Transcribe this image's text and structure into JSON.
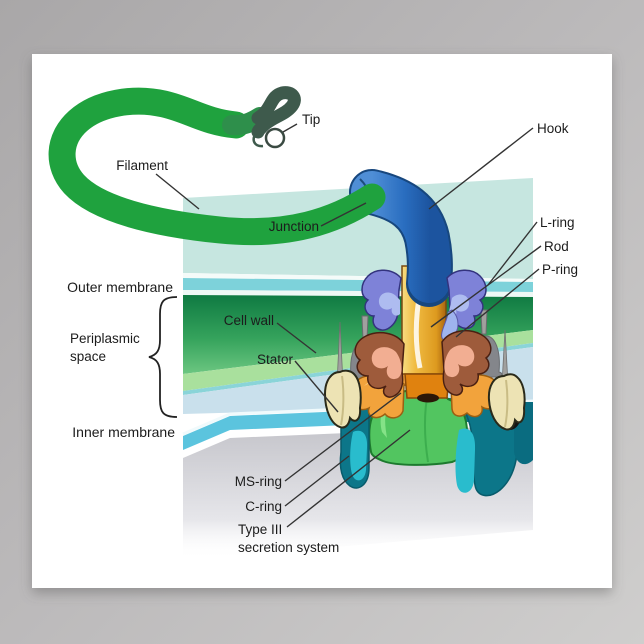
{
  "labels": {
    "tip": "Tip",
    "filament": "Filament",
    "junction": "Junction",
    "hook": "Hook",
    "l_ring": "L-ring",
    "rod": "Rod",
    "p_ring": "P-ring",
    "outer_membrane": "Outer membrane",
    "periplasmic_space": {
      "line1": "Periplasmic",
      "line2": "space"
    },
    "cell_wall": "Cell wall",
    "stator": "Stator",
    "inner_membrane": "Inner membrane",
    "ms_ring": "MS-ring",
    "c_ring": "C-ring",
    "type_iii": {
      "line1": "Type III",
      "line2": "secretion system"
    }
  },
  "colors": {
    "backdrop_gray": "#b0aeaf",
    "poster_white": "#ffffff",
    "filament_green": "#1fa23e",
    "filament_tip_dark": "#3e5a4c",
    "hook_blue": "#2b6fc0",
    "membrane_top_face": "#c6e6e0",
    "outer_membrane_cyan": "#7dd2da",
    "cell_wall_green_dark": "#117c43",
    "cell_wall_green_light": "#6cc681",
    "cell_wall_pale_green": "#a9e09d",
    "periplasm_blue": "#c9e0ec",
    "inner_membrane_cyan": "#5bc4de",
    "cytoplasm_gray": "#c6c6cc",
    "rod_gold": "#eeb93f",
    "rod_collar_orange": "#e0820f",
    "l_ring_purple": "#7e82d8",
    "l_ring_lavender": "#aebcf0",
    "p_ring_brown": "#9e5b3b",
    "p_ring_salmon": "#f2ae92",
    "ms_ring_orange": "#f2a33c",
    "c_ring_teal_dark": "#0c7689",
    "c_ring_teal_bright": "#29bccd",
    "type3_green": "#52c560",
    "stator_cream": "#ede3b4",
    "stator_gray": "#9a9a98",
    "back_stator_gray": "#84868b",
    "label_blue": "#1987ae",
    "label_black": "#1c1c1c",
    "leader_line": "#333333"
  }
}
